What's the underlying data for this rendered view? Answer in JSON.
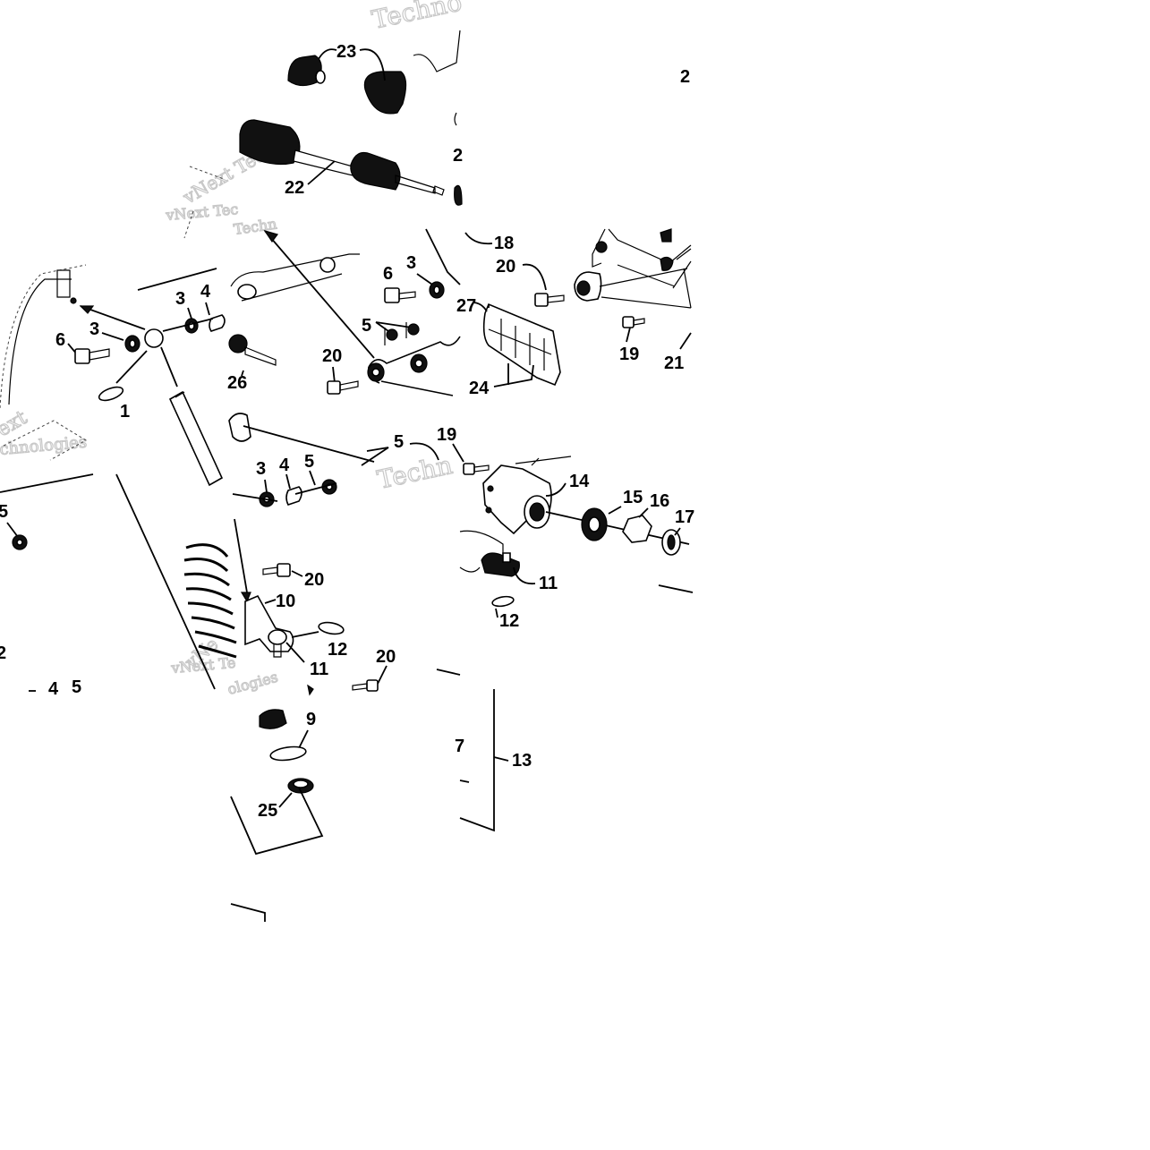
{
  "watermarks": [
    "Techno",
    "vNext Tec",
    "ext",
    "chnologies",
    "Techn",
    "vNe",
    "vNext Te",
    "ologies",
    "Techn",
    "vNext Tec"
  ],
  "callouts": {
    "c23": "23",
    "c2a": "2",
    "c2b": "2",
    "c22": "22",
    "c18": "18",
    "c20a": "20",
    "c6a": "6",
    "c3a": "3",
    "c27": "27",
    "c5a": "5",
    "c20b": "20",
    "c19a": "19",
    "c21": "21",
    "c24": "24",
    "c3b": "3",
    "c4a": "4",
    "c6b": "6",
    "c3c": "3",
    "c26": "26",
    "c1": "1",
    "c5b": "5",
    "c19b": "19",
    "c14": "14",
    "c15": "15",
    "c16": "16",
    "c17": "17",
    "c11a": "11",
    "c12a": "12",
    "c3d": "3",
    "c4b": "4",
    "c5c": "5",
    "c5d": "5",
    "c20c": "20",
    "c10": "10",
    "c12b": "12",
    "c11b": "11",
    "c20d": "20",
    "c2c": "2",
    "c4c": "4",
    "c5e": "5",
    "c9": "9",
    "c25": "25",
    "c7": "7",
    "c13": "13"
  }
}
